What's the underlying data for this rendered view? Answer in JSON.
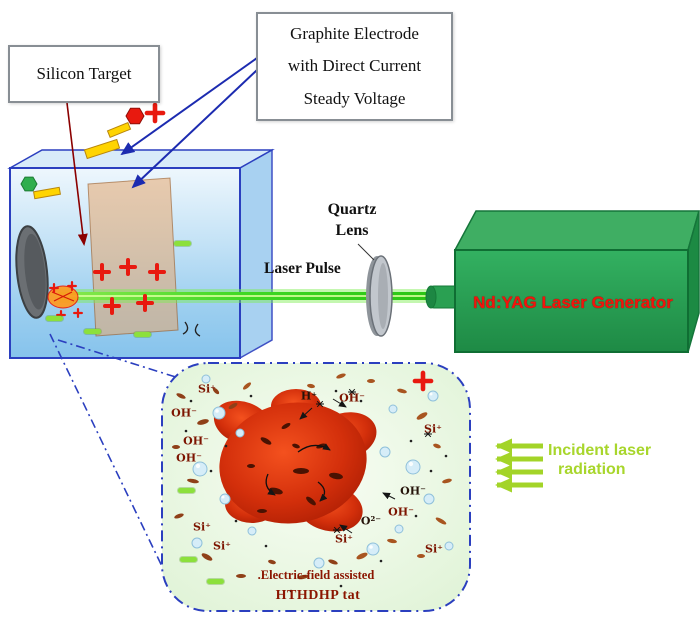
{
  "colors": {
    "laser_green": "#3fd824",
    "generator_green": "#27a254",
    "plasma_red": "#d32f0b",
    "charge_plus_red": "#e8190f",
    "charge_minus_green": "#8ce03c",
    "diagram_accent_blue": "#2b3fbf",
    "inset_label_red": "#8b1500",
    "incident_text_green": "#a8d62c"
  },
  "boxes": {
    "silicon_target": {
      "label": "Silicon Target"
    },
    "graphite_electrode": {
      "line1": "Graphite Electrode",
      "line2": "with Direct Current",
      "line3": "Steady Voltage"
    }
  },
  "labels": {
    "quartz_lens_line1": "Quartz",
    "quartz_lens_line2": "Lens",
    "laser_pulse": "Laser Pulse",
    "laser_generator": "Nd:YAG Laser Generator",
    "incident_laser_line1": "Incident laser",
    "incident_laser_line2": "radiation",
    "electric_field": ".Electric-field assisted",
    "process_state": "HTHDHP  tat"
  },
  "inset": {
    "ions": [
      {
        "label": "Si⁺"
      },
      {
        "label": "OH⁻"
      },
      {
        "label": "OH⁻"
      },
      {
        "label": "OH⁻"
      },
      {
        "label": "H⁺"
      },
      {
        "label": "OH⁻"
      },
      {
        "label": "Si⁺"
      },
      {
        "label": "OH⁻"
      },
      {
        "label": "OH⁻"
      },
      {
        "label": "O²⁻"
      },
      {
        "label": "Si⁺"
      },
      {
        "label": "Si⁺"
      },
      {
        "label": "Si⁺"
      },
      {
        "label": "Si⁺"
      }
    ]
  }
}
